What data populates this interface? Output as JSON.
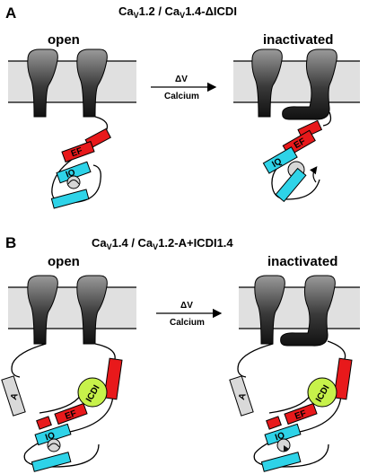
{
  "panel_a": {
    "letter": "A",
    "title_main_1": "Ca",
    "title_sub_1": "V",
    "title_main_2": "1.2 / Ca",
    "title_sub_2": "V",
    "title_main_3": "1.4-ΔICDI",
    "open_label": "open",
    "inactivated_label": "inactivated",
    "arrow_top": "ΔV",
    "arrow_bottom": "Calcium",
    "box_ef": "EF",
    "box_iq": "IQ"
  },
  "panel_b": {
    "letter": "B",
    "title_main_1": "Ca",
    "title_sub_1": "V",
    "title_main_2": "1.4 / Ca",
    "title_sub_2": "V",
    "title_main_3": "1.2-A+ICDI1.4",
    "open_label": "open",
    "inactivated_label": "inactivated",
    "arrow_top": "ΔV",
    "arrow_bottom": "Calcium",
    "box_a": "A",
    "box_ef": "EF",
    "box_iq": "IQ",
    "circle_icdi": "ICDI"
  },
  "colors": {
    "membrane": "#e0e0e0",
    "ef_red": "#e8191b",
    "iq_cyan": "#2ed3e8",
    "icdi_green": "#c7f24a",
    "a_gray": "#d9d9d9"
  }
}
